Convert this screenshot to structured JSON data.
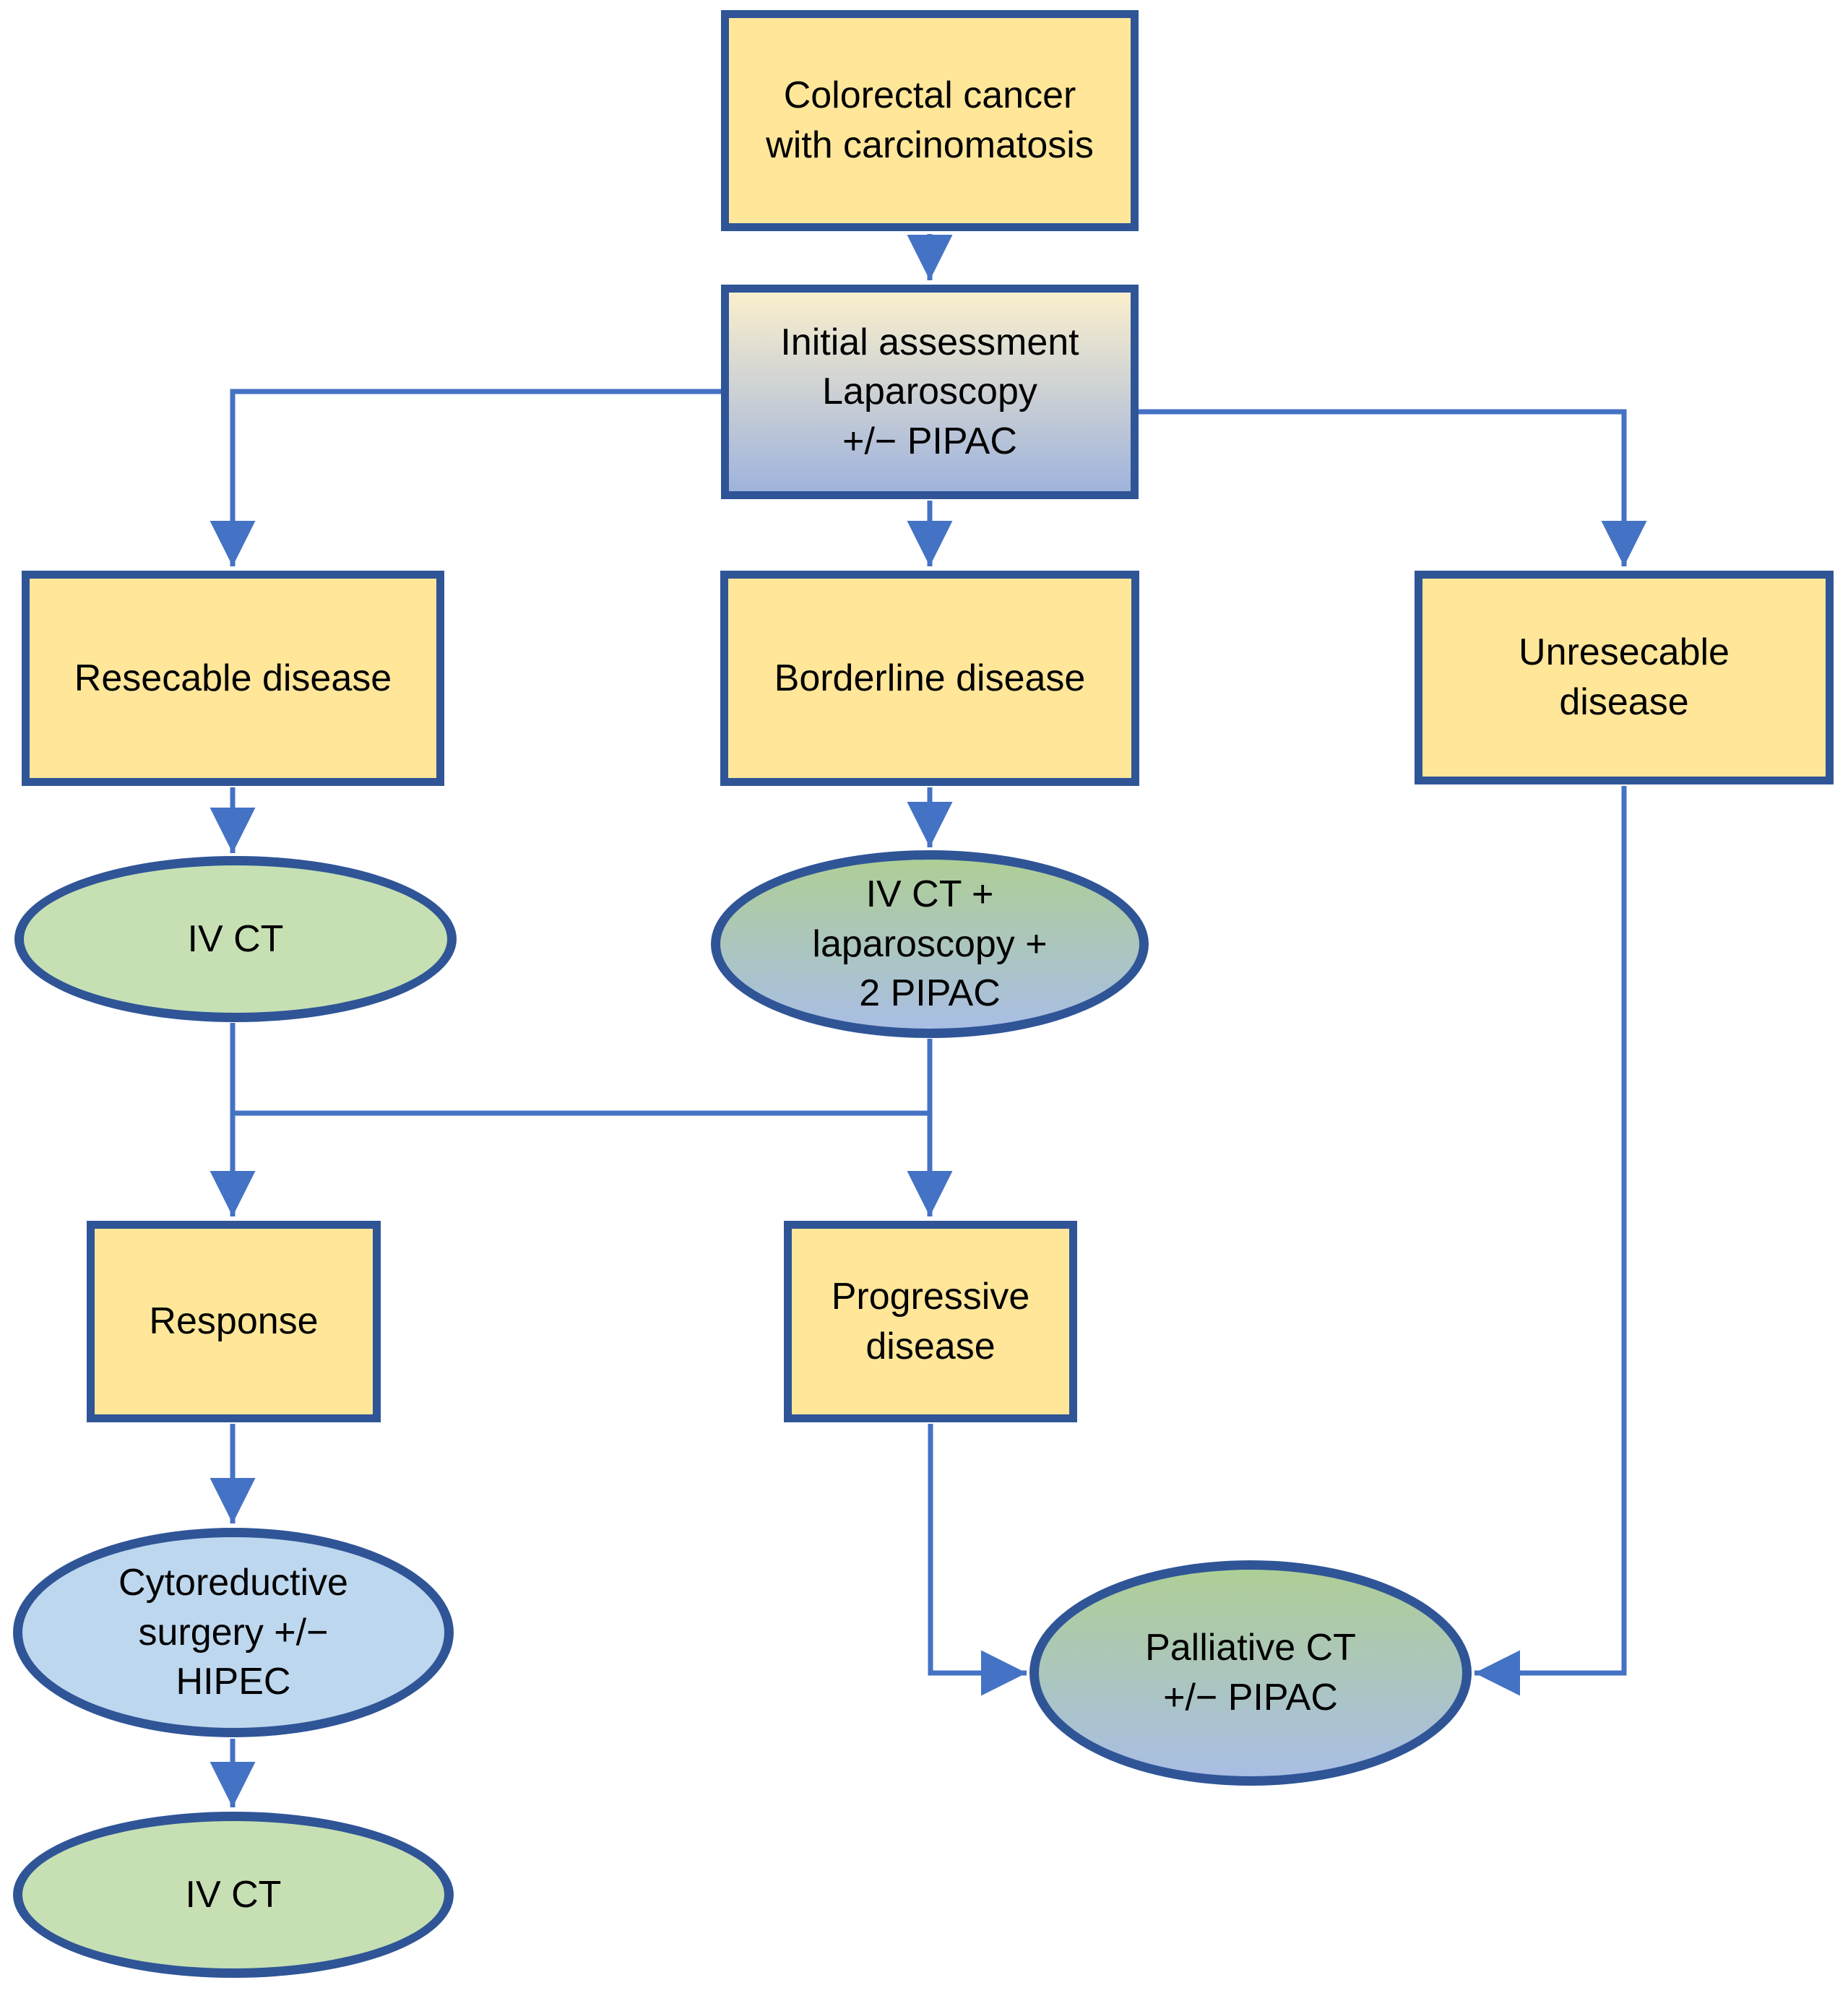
{
  "title": "Colorectal cancer with carcinomatosis treatment flowchart",
  "colors": {
    "box_fill": "#FFE699",
    "box_border": "#2F5597",
    "arrow": "#4472C4",
    "green_fill": "#C6E0B4",
    "blue_fill": "#BDD7EE",
    "grad_box_top": "#FAEFCD",
    "grad_box_bottom": "#9FB3DC",
    "grad_ell_top": "#AECE96",
    "grad_ell_bottom": "#A9BEE4",
    "text": "#000000"
  },
  "nodes": {
    "colorectal": {
      "shape": "rectangle",
      "label": "Colorectal cancer\nwith carcinomatosis"
    },
    "initial": {
      "shape": "rectangle-gradient",
      "label": "Initial assessment\nLaparoscopy\n+/− PIPAC"
    },
    "resecable": {
      "shape": "rectangle",
      "label": "Resecable disease"
    },
    "borderline": {
      "shape": "rectangle",
      "label": "Borderline disease"
    },
    "unresecable": {
      "shape": "rectangle",
      "label": "Unresecable\ndisease"
    },
    "iv_ct_1": {
      "shape": "ellipse-green",
      "label": "IV CT"
    },
    "iv_ct_lap": {
      "shape": "ellipse-gradient",
      "label": "IV CT +\nlaparoscopy +\n2 PIPAC"
    },
    "response": {
      "shape": "rectangle",
      "label": "Response"
    },
    "progressive": {
      "shape": "rectangle",
      "label": "Progressive\ndisease"
    },
    "cytoreductive": {
      "shape": "ellipse-blue",
      "label": "Cytoreductive\nsurgery +/−\nHIPEC"
    },
    "iv_ct_2": {
      "shape": "ellipse-green",
      "label": "IV CT"
    },
    "palliative": {
      "shape": "ellipse-gradient",
      "label": "Palliative CT\n+/− PIPAC"
    }
  },
  "edges": [
    {
      "from": "colorectal",
      "to": "initial"
    },
    {
      "from": "initial",
      "to": "resecable"
    },
    {
      "from": "initial",
      "to": "borderline"
    },
    {
      "from": "initial",
      "to": "unresecable"
    },
    {
      "from": "resecable",
      "to": "iv_ct_1"
    },
    {
      "from": "borderline",
      "to": "iv_ct_lap"
    },
    {
      "from": "iv_ct_1",
      "to": "response"
    },
    {
      "from": "iv_ct_lap",
      "to": "progressive"
    },
    {
      "from": "iv_ct_1_line",
      "to": "iv_ct_lap_line",
      "note": "horizontal crossbar joining the two descending lines"
    },
    {
      "from": "response",
      "to": "cytoreductive"
    },
    {
      "from": "cytoreductive",
      "to": "iv_ct_2"
    },
    {
      "from": "progressive",
      "to": "palliative"
    },
    {
      "from": "unresecable",
      "to": "palliative"
    }
  ]
}
